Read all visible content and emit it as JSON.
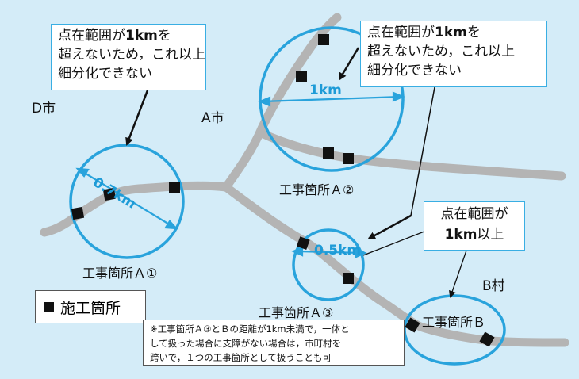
{
  "callouts": {
    "left": {
      "line1_pre": "点在範囲が",
      "line1_bold": "1km",
      "line1_post": "を",
      "line2": "超えないため，これ以上",
      "line3": "細分化できない"
    },
    "right": {
      "line1_pre": "点在範囲が",
      "line1_bold": "1km",
      "line1_post": "を",
      "line2": "超えないため，これ以上",
      "line3": "細分化できない"
    },
    "small": {
      "line1": "点在範囲が",
      "line2_bold": "1km",
      "line2_post": "以上"
    }
  },
  "places": {
    "d_city": "D市",
    "a_city": "A市",
    "b_village": "B村"
  },
  "sites": {
    "a1": "工事箇所Ａ①",
    "a2": "工事箇所Ａ②",
    "a3": "工事箇所Ａ③",
    "b": "工事箇所Ｂ"
  },
  "distances": {
    "a1": "0.7km",
    "a2": "1km",
    "a3": "0.5km"
  },
  "legend": {
    "label": "施工箇所"
  },
  "note": {
    "line1": "※工事箇所Ａ③とＢの距離が1km未満で，一体と",
    "line2": "して扱った場合に支障がない場合は，市町村を",
    "line3": "跨いで，１つの工事箇所として扱うことも可"
  },
  "colors": {
    "background": "#d4ecf8",
    "circle_stroke": "#29a3dc",
    "road": "#b4b4b4",
    "distance_text": "#1d9bd7",
    "marker": "#111111"
  }
}
